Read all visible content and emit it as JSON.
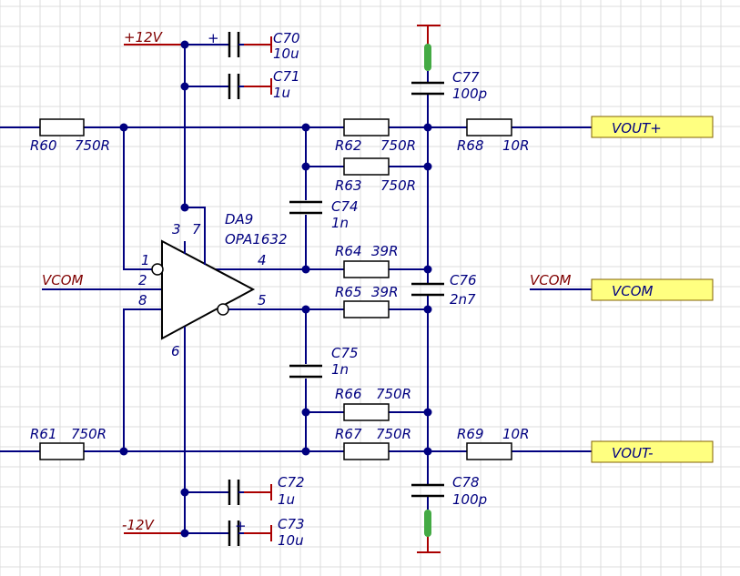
{
  "colors": {
    "wire": "#000080",
    "power_label": "#800000",
    "power_symbol": "#aa0000",
    "port_fill": "#ffff80",
    "grid": "#dcdcdc",
    "ferrite": "#44aa44"
  },
  "rails": {
    "positive": "+12V",
    "negative": "-12V"
  },
  "opamp": {
    "ref": "DA9",
    "part": "OPA1632",
    "pins": {
      "p1": "1",
      "p2": "2",
      "p3": "3",
      "p4": "4",
      "p5": "5",
      "p6": "6",
      "p7": "7",
      "p8": "8"
    }
  },
  "nets": {
    "vcom_left": "VCOM",
    "vcom_mid": "VCOM"
  },
  "ports": {
    "vout_pos": "VOUT+",
    "vcom": "VCOM",
    "vout_neg": "VOUT-"
  },
  "plus_sign": "+",
  "components": {
    "c70": {
      "ref": "C70",
      "value": "10u"
    },
    "c71": {
      "ref": "C71",
      "value": "1u"
    },
    "c72": {
      "ref": "C72",
      "value": "1u"
    },
    "c73": {
      "ref": "C73",
      "value": "10u"
    },
    "c74": {
      "ref": "C74",
      "value": "1n"
    },
    "c75": {
      "ref": "C75",
      "value": "1n"
    },
    "c76": {
      "ref": "C76",
      "value": "2n7"
    },
    "c77": {
      "ref": "C77",
      "value": "100p"
    },
    "c78": {
      "ref": "C78",
      "value": "100p"
    },
    "r60": {
      "ref": "R60",
      "value": "750R"
    },
    "r61": {
      "ref": "R61",
      "value": "750R"
    },
    "r62": {
      "ref": "R62",
      "value": "750R"
    },
    "r63": {
      "ref": "R63",
      "value": "750R"
    },
    "r64": {
      "ref": "R64",
      "value": "39R"
    },
    "r65": {
      "ref": "R65",
      "value": "39R"
    },
    "r66": {
      "ref": "R66",
      "value": "750R"
    },
    "r67": {
      "ref": "R67",
      "value": "750R"
    },
    "r68": {
      "ref": "R68",
      "value": "10R"
    },
    "r69": {
      "ref": "R69",
      "value": "10R"
    }
  }
}
